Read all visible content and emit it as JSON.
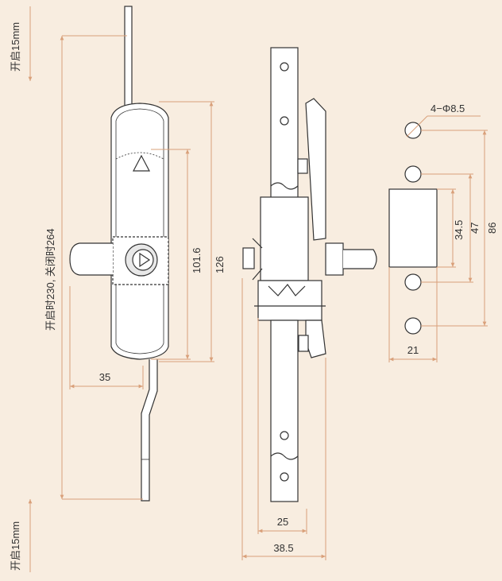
{
  "colors": {
    "background": "#f8ede0",
    "line": "#333333",
    "dimension": "#d9a07a",
    "metal": "#ffffff"
  },
  "labels": {
    "open_top": "开启15mm",
    "open_bottom": "开启15mm",
    "travel": "开启时230, 关闭时264",
    "dim_35": "35",
    "dim_101": "101.6",
    "dim_126": "126",
    "dim_25": "25",
    "dim_38": "38.5",
    "holes": "4−Φ8.5",
    "dim_34": "34.5",
    "dim_47": "47",
    "dim_86": "86",
    "dim_21": "21"
  }
}
